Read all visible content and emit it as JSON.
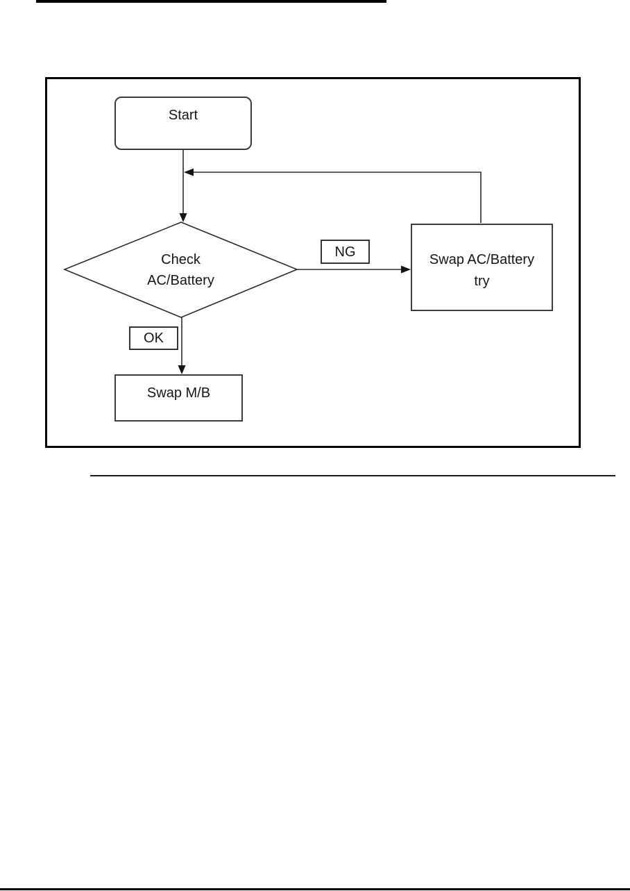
{
  "colors": {
    "background": "#ffffff",
    "ink": "#000000",
    "stroke": "#2b2b2b"
  },
  "flowchart": {
    "start": {
      "label": "Start"
    },
    "decision": {
      "line1": "Check",
      "line2": "AC/Battery"
    },
    "ng_branch": {
      "label": "NG",
      "process_line1": "Swap AC/Battery",
      "process_line2": "try"
    },
    "ok_branch": {
      "label": "OK",
      "process": "Swap M/B"
    }
  }
}
